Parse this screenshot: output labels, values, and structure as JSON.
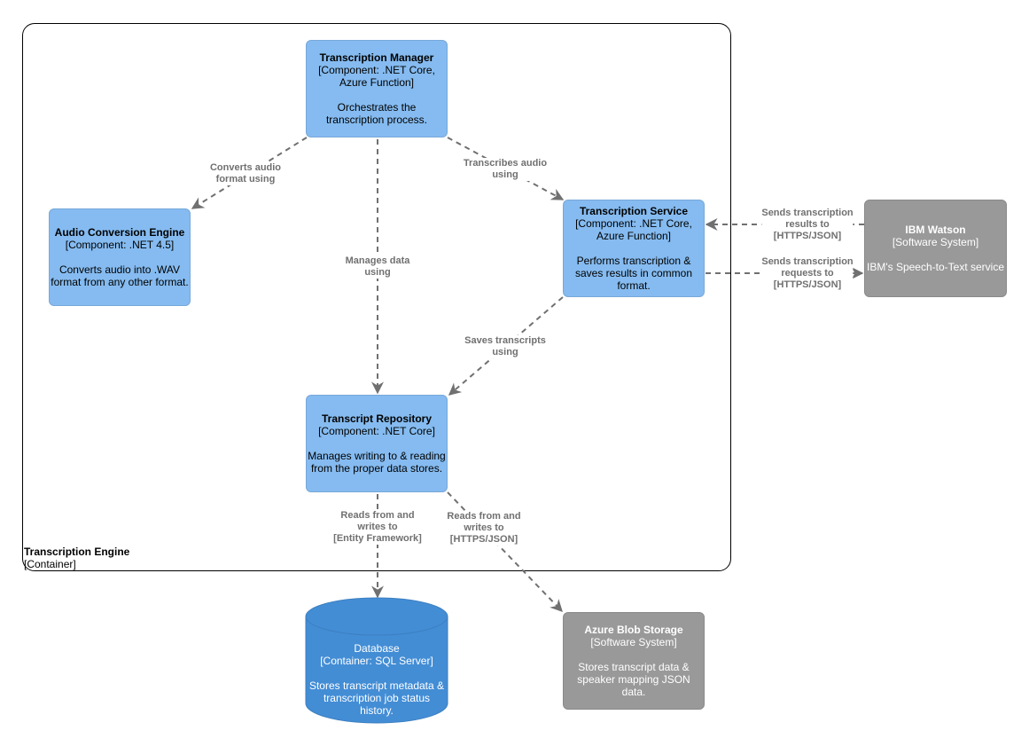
{
  "boundary": {
    "title": "Transcription Engine",
    "subtitle": "[Container]"
  },
  "colors": {
    "component": "#85bbf0",
    "external": "#999999",
    "database": "#438dd5",
    "edge": "#707070"
  },
  "nodes": {
    "manager": {
      "title": "Transcription Manager",
      "tech1": "[Component: .NET Core,",
      "tech2": "Azure Function]",
      "desc1": "Orchestrates the",
      "desc2": "transcription process."
    },
    "audio": {
      "title": "Audio Conversion Engine",
      "tech1": "[Component: .NET 4.5]",
      "desc1": "Converts audio into .WAV",
      "desc2": "format from any other format."
    },
    "service": {
      "title": "Transcription Service",
      "tech1": "[Component: .NET Core,",
      "tech2": "Azure Function]",
      "desc1": "Performs transcription &",
      "desc2": "saves results in common",
      "desc3": "format."
    },
    "repository": {
      "title": "Transcript Repository",
      "tech1": "[Component: .NET Core]",
      "desc1": "Manages writing to & reading",
      "desc2": "from the proper data stores."
    },
    "watson": {
      "title": "IBM Watson",
      "tech1": "[Software System]",
      "desc1": "IBM's Speech-to-Text service"
    },
    "database": {
      "title": "Database",
      "tech1": "[Container: SQL Server]",
      "desc1": "Stores transcript metadata &",
      "desc2": "transcription job status",
      "desc3": "history."
    },
    "blob": {
      "title": "Azure Blob Storage",
      "tech1": "[Software System]",
      "desc1": "Stores transcript data &",
      "desc2": "speaker mapping JSON",
      "desc3": "data."
    }
  },
  "edges": {
    "convert": {
      "l1": "Converts audio",
      "l2": "format using"
    },
    "transcribe": {
      "l1": "Transcribes audio",
      "l2": "using"
    },
    "manage": {
      "l1": "Manages data",
      "l2": "using"
    },
    "results": {
      "l1": "Sends transcription",
      "l2": "results to",
      "l3": "[HTTPS/JSON]"
    },
    "requests": {
      "l1": "Sends transcription",
      "l2": "requests to",
      "l3": "[HTTPS/JSON]"
    },
    "saves": {
      "l1": "Saves transcripts",
      "l2": "using"
    },
    "sql": {
      "l1": "Reads from and",
      "l2": "writes to",
      "l3": "[Entity Framework]"
    },
    "blob": {
      "l1": "Reads from and",
      "l2": "writes to",
      "l3": "[HTTPS/JSON]"
    }
  }
}
